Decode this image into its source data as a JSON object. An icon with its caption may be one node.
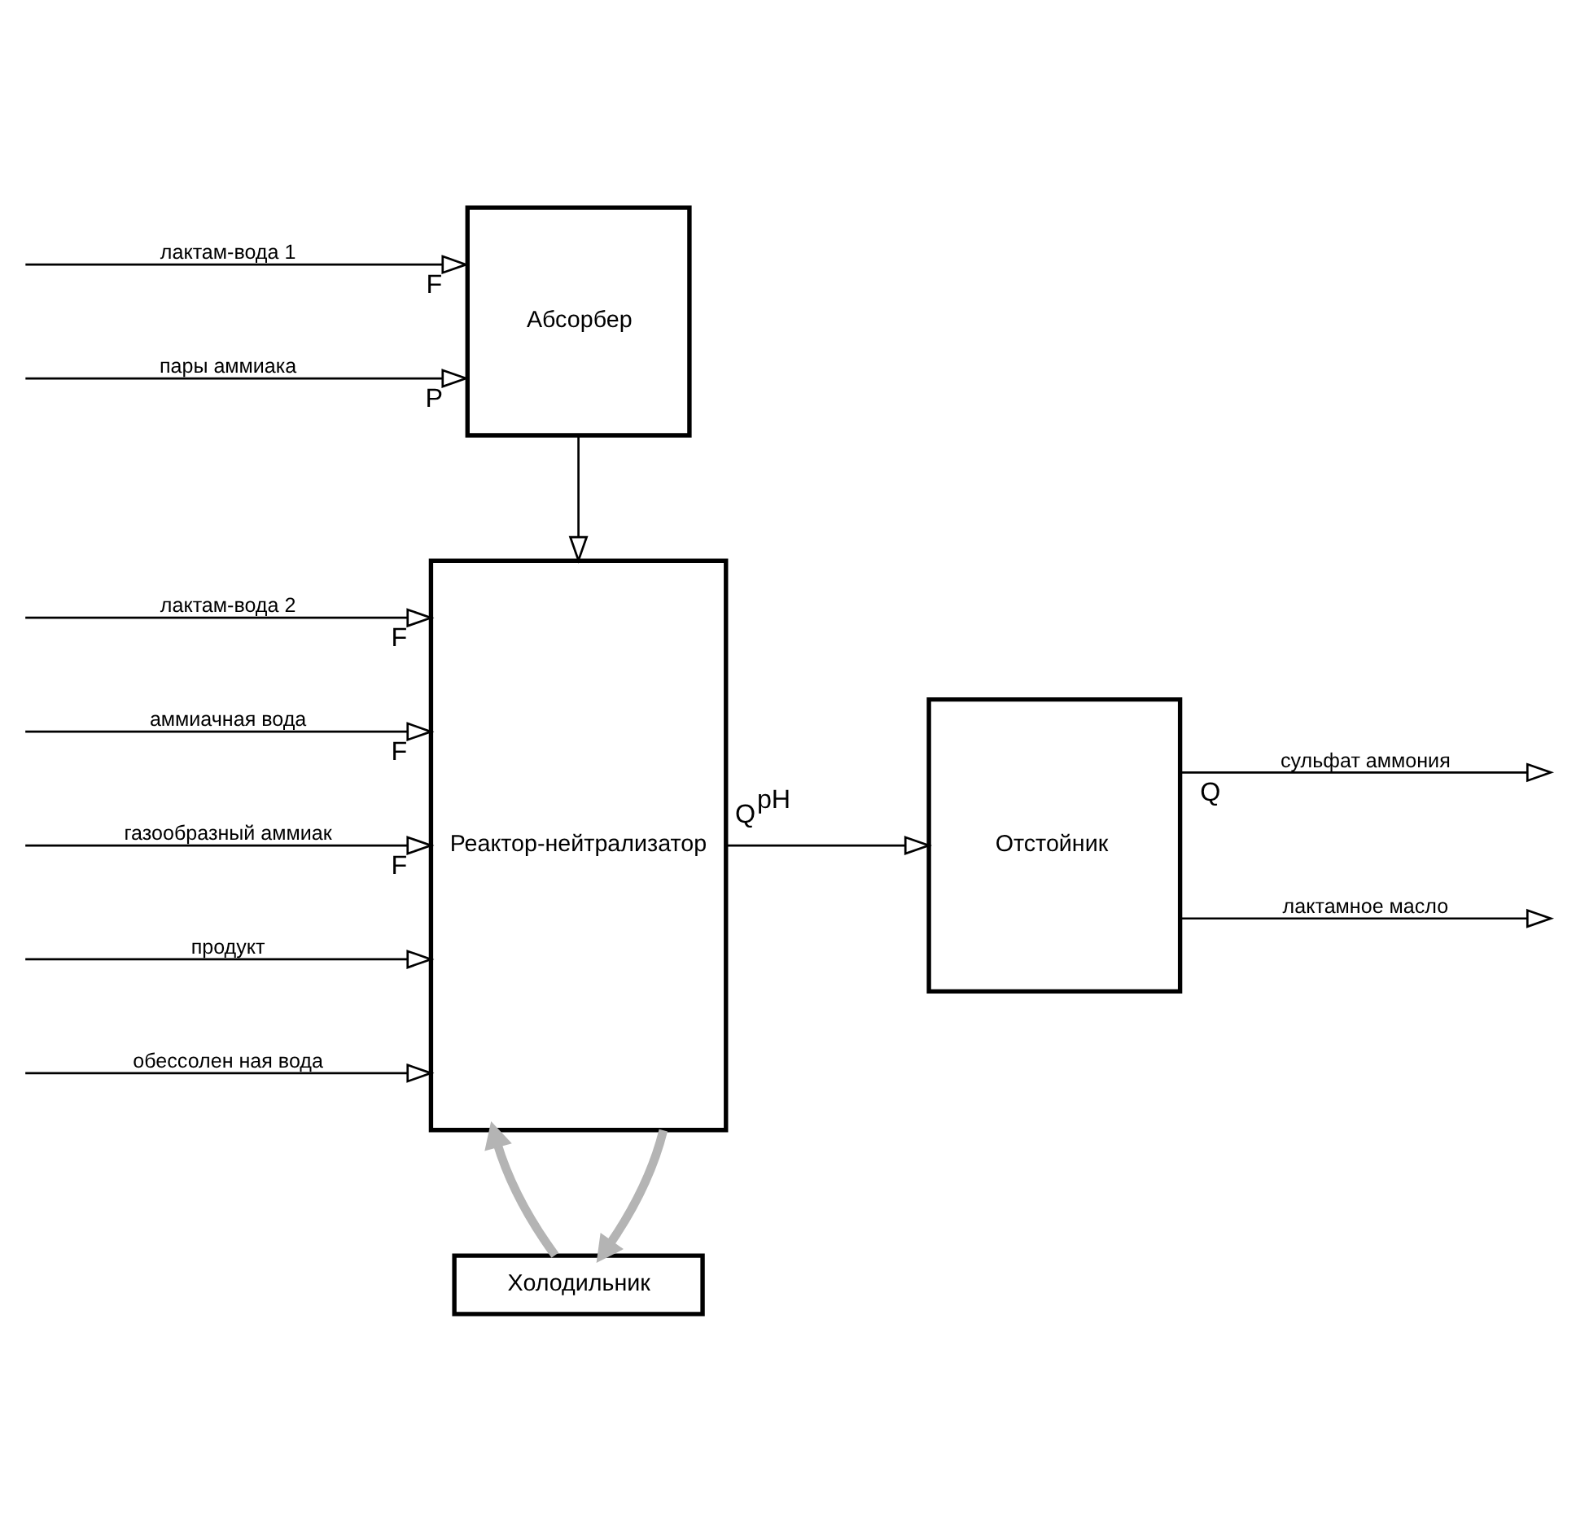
{
  "diagram": {
    "nodes": [
      {
        "text": [
          "Абсорбер"
        ]
      },
      {
        "text": [
          "Реактор-нейтрализатор"
        ]
      },
      {
        "text": [
          "Отстойник"
        ]
      },
      {
        "text": [
          "Холодильник"
        ]
      }
    ],
    "edges": [
      {
        "from": null,
        "to": 0,
        "arrow": "to",
        "label": "лактам-вода 1"
      },
      {
        "from": null,
        "to": 0,
        "arrow": "to",
        "label": "пары аммиака"
      },
      {
        "from": 0,
        "to": 1,
        "arrow": "to"
      },
      {
        "from": null,
        "to": 1,
        "arrow": "to",
        "label": "лактам-вода 2"
      },
      {
        "from": null,
        "to": 1,
        "arrow": "to",
        "label": "аммиачная вода"
      },
      {
        "from": null,
        "to": 1,
        "arrow": "to",
        "label": "газообразный аммиак"
      },
      {
        "from": null,
        "to": 1,
        "arrow": "to",
        "label": "продукт"
      },
      {
        "from": null,
        "to": 1,
        "arrow": "to",
        "label": "обессолен ная вода"
      },
      {
        "from": 1,
        "to": 2,
        "arrow": "to"
      },
      {
        "from": 2,
        "to": null,
        "arrow": "to",
        "label": "сульфат аммония"
      },
      {
        "from": 2,
        "to": null,
        "arrow": "to",
        "label": "лактамное масло"
      },
      {
        "from": 1,
        "to": 3,
        "arrow": "to",
        "style": "thick",
        "color": "#b4b4b4"
      },
      {
        "from": 3,
        "to": 1,
        "arrow": "to",
        "style": "thick",
        "color": "#b4b4b4"
      }
    ],
    "labels": [
      "F",
      "P",
      "F",
      "F",
      "F",
      "Q$^{pH}$",
      "Q"
    ]
  }
}
